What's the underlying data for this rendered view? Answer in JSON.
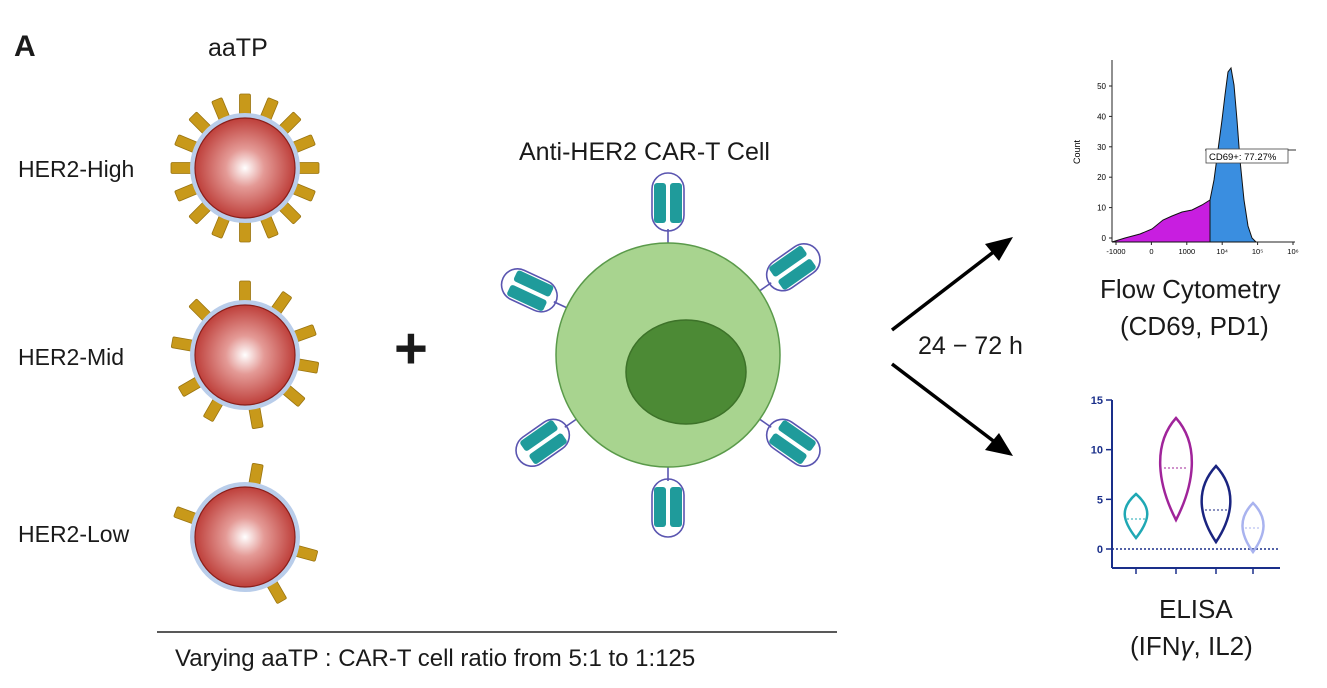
{
  "panel_letter": "A",
  "aatp": {
    "title": "aaTP",
    "particles": [
      {
        "label": "HER2-High",
        "ligand_count": 16
      },
      {
        "label": "HER2-Mid",
        "ligand_count": 10
      },
      {
        "label": "HER2-Low",
        "ligand_count": 4
      }
    ]
  },
  "plus_sign": "+",
  "car_t": {
    "title": "Anti-HER2 CAR-T Cell",
    "receptor_count": 6
  },
  "incubation": "24 − 72 h",
  "flow": {
    "title": "Flow Cytometry",
    "subtitle": "(CD69, PD1)",
    "y_axis_label": "Count",
    "gate_label": "CD69+: 77.27%",
    "y_ticks": [
      "50",
      "40",
      "30",
      "20",
      "10",
      "0"
    ],
    "x_ticks": [
      "-1000",
      "0",
      "1000",
      "10⁴",
      "10⁵",
      "10⁶"
    ]
  },
  "elisa": {
    "title": "ELISA",
    "subtitle_pre": "(IFN",
    "subtitle_greek": "γ",
    "subtitle_post": ", IL2)",
    "y_ticks": [
      "15",
      "10",
      "5",
      "0"
    ]
  },
  "ratio_caption": "Varying aaTP : CAR-T cell ratio from 5:1 to 1:125",
  "colors": {
    "particle_core": "#b8312c",
    "particle_halo": "#b9cdea",
    "ligand": "#c8991a",
    "cell_body": "#a8d48f",
    "nucleus": "#4c8a35",
    "receptor": "#1f9b9b",
    "flow_hist": "#3a8ee0",
    "flow_gate_neg": "#c81ee0",
    "elisa_axis": "#1a2f8a"
  }
}
